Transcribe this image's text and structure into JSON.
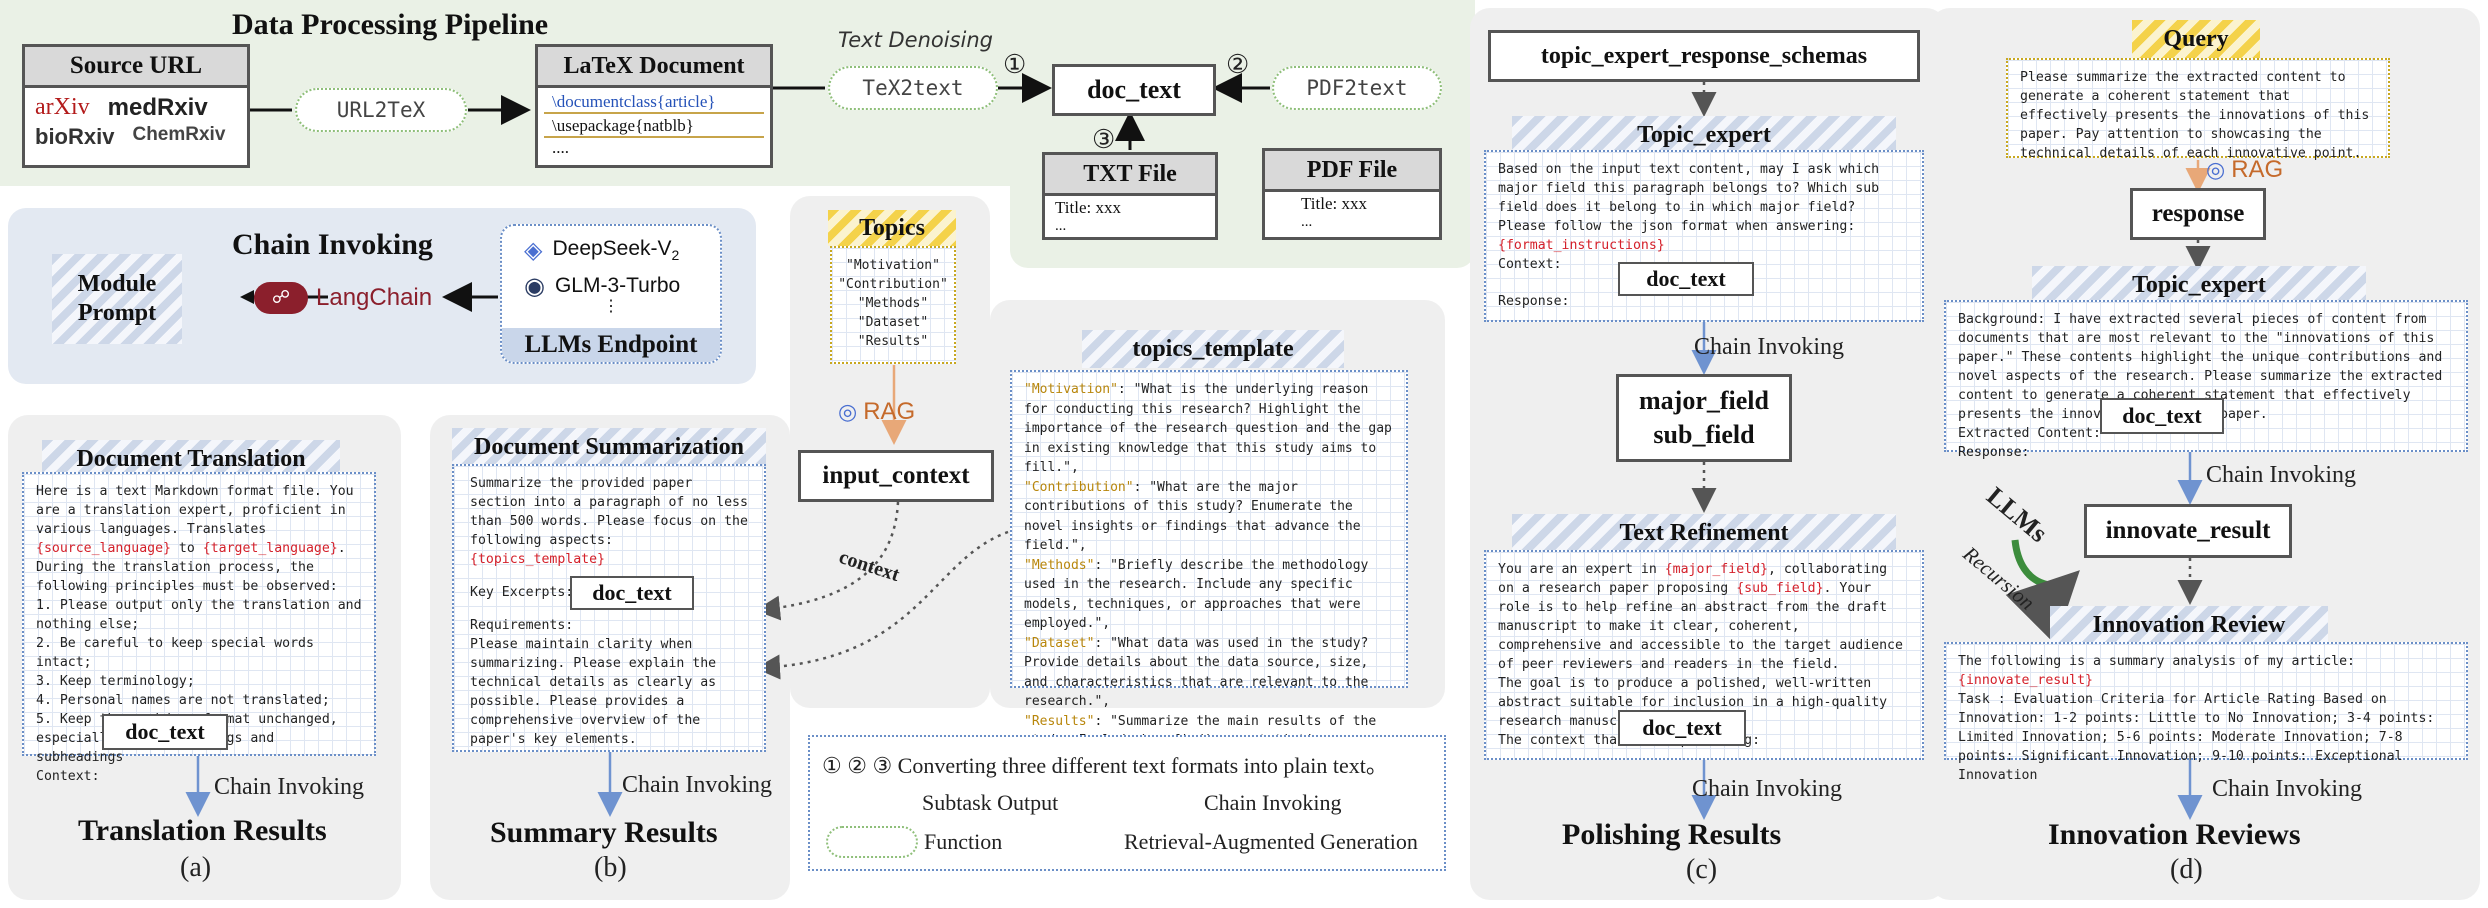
{
  "pipeline": {
    "title": "Data Processing Pipeline",
    "source_url": "Source URL",
    "sources": [
      "arXiv",
      "medRxiv",
      "bioRxiv",
      "ChemRxiv"
    ],
    "url2tex": "URL2TeX",
    "latex_title": "LaTeX Document",
    "latex_lines": [
      "\\documentclass{article}",
      "\\usepackage{natblb}",
      "...."
    ],
    "text_denoising": "Text Denoising",
    "tex2text": "TeX2text",
    "doc_text": "doc_text",
    "pdf2text": "PDF2text",
    "step1": "①",
    "step2": "②",
    "step3": "③",
    "txt_file": "TXT File",
    "txt_title": "Title: xxx",
    "txt_more": "...",
    "pdf_file": "PDF File",
    "pdf_title": "Title: xxx",
    "pdf_more": "..."
  },
  "chain": {
    "title": "Chain Invoking",
    "module_prompt": "Module Prompt",
    "langchain": "LangChain",
    "llm1": "DeepSeek-V",
    "llm1_sub": "2",
    "llm2": "GLM-3-Turbo",
    "llm_dots": "⋮",
    "endpoint": "LLMs Endpoint"
  },
  "topics": {
    "title": "Topics",
    "items": [
      "\"Motivation\"",
      "\"Contribution\"",
      "\"Methods\"",
      "\"Dataset\"",
      "\"Results\""
    ],
    "rag": "RAG",
    "input_context": "input_context",
    "context": "context",
    "template_title": "topics_template",
    "template": [
      {
        "key": "\"Motivation\"",
        "text": ": \"What is the underlying reason for conducting this research? Highlight the importance of the research question and the gap in existing knowledge that this study aims to fill.\","
      },
      {
        "key": "\"Contribution\"",
        "text": ": \"What are the major contributions of this study? Enumerate the novel insights or findings that advance the field.\","
      },
      {
        "key": "\"Methods\"",
        "text": ": \"Briefly describe the methodology used in the research. Include any specific models, techniques, or approaches that were employed.\","
      },
      {
        "key": "\"Dataset\"",
        "text": ": \"What data was used in the study? Provide details about the data source, size, and characteristics that are relevant to the research.\","
      },
      {
        "key": "\"Results\"",
        "text": ": \"Summarize the main results of the study. Include key findings, statistics, or any significant outcomes that were discovered.\""
      }
    ]
  },
  "translation": {
    "title": "Document Translation",
    "p1": "Here is a text Markdown format file. You are a translation expert, proficient in various languages. Translates ",
    "src": "{source_language}",
    "p2": " to ",
    "tgt": "{target_language}",
    "p3": ". During the translation process, the following principles must be observed:",
    "rules": [
      "1. Please output only the translation and nothing else;",
      "2. Be careful to keep special words intact;",
      "3. Keep terminology;",
      "4. Personal names are not translated;",
      "5. Keep the markdown format unchanged, especially retain Headings and subheadings"
    ],
    "context": "Context:",
    "doc_text": "doc_text",
    "chain_invoking": "Chain Invoking",
    "result": "Translation Results",
    "label": "(a)"
  },
  "summarization": {
    "title": "Document Summarization",
    "p1": "Summarize the provided paper section into a paragraph of no less than 500 words. Please focus on the following aspects:",
    "tpl": "{topics_template}",
    "excerpts": "Key Excerpts:",
    "doc_text": "doc_text",
    "req": "Requirements:",
    "req_text": "Please maintain clarity when summarizing. Please explain the technical details as clearly as possible. Please provides a comprehensive overview of the paper's key elements.",
    "chain_invoking": "Chain Invoking",
    "result": "Summary Results",
    "label": "(b)"
  },
  "legend": {
    "steps": "① ② ③  Converting three different text formats into plain text。",
    "subtask": "Subtask Output",
    "chain": "Chain Invoking",
    "function": "Function",
    "rag": "Retrieval-Augmented Generation"
  },
  "polishing": {
    "schemas": "topic_expert_response_schemas",
    "topic_expert": "Topic_expert",
    "te_text": "Based on the input text content, may I ask which major field this paragraph belongs to? Which sub field does it belong to in which major field?\nPlease follow the json format when answering:",
    "fmt": "{format_instructions}",
    "context": "Context:",
    "doc_text": "doc_text",
    "response": "Response:",
    "chain1": "Chain Invoking",
    "fields": [
      "major_field",
      "sub_field"
    ],
    "refine_title": "Text Refinement",
    "r1": "You are an expert in ",
    "major": "{major_field}",
    "r2": ", collaborating on a research paper proposing ",
    "sub": "{sub_field}",
    "r3": ". Your role is to help refine an abstract from the draft manuscript to make it clear, coherent, comprehensive and accessible to the target audience of peer reviewers and readers in the field.\nThe goal is to produce a polished, well-written abstract suitable for inclusion in a high-quality research manuscript.\nThe context that needs polishing:",
    "doc_text2": "doc_text",
    "chain2": "Chain Invoking",
    "result": "Polishing Results",
    "label": "(c)"
  },
  "innovation": {
    "query": "Query",
    "query_text": "Please summarize the extracted content to generate a coherent statement that effectively presents the innovations of this paper. Pay attention to showcasing the technical details of each innovative point.",
    "rag": "RAG",
    "response": "response",
    "topic_expert": "Topic_expert",
    "te_text": "Background: I have extracted several pieces of content from documents that are most relevant to the \"innovations of this paper.\" These contents highlight the unique contributions and novel aspects of the research. Please summarize the extracted content to generate a coherent statement that effectively presents the innovations of this paper.\nExtracted Content:",
    "doc_text": "doc_text",
    "resp": "Response:",
    "chain1": "Chain Invoking",
    "llms": "LLMs",
    "recursion": "Recursion",
    "innovate_result": "innovate_result",
    "review_title": "Innovation Review",
    "rv1": "The following is a summary analysis of my article: ",
    "rv_var": "{innovate_result}",
    "rv2": "\nTask : Evaluation Criteria for Article Rating Based on Innovation: 1-2 points: Little to No Innovation; 3-4 points: Limited Innovation; 5-6 points: Moderate Innovation; 7-8 points: Significant Innovation; 9-10 points: Exceptional Innovation",
    "chain2": "Chain Invoking",
    "result": "Innovation Reviews",
    "label": "(d)"
  },
  "colors": {
    "blue_arrow": "#6f93d0",
    "orange_arrow": "#e8a878",
    "green_dots": "#8fbf7a",
    "red": "#d4202a",
    "gold": "#b8860b"
  }
}
